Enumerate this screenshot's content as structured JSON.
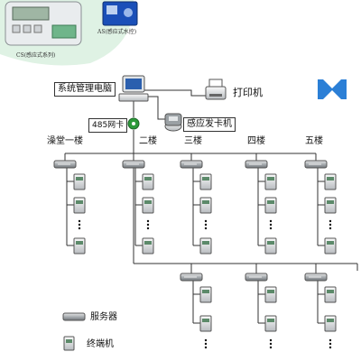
{
  "products": {
    "cs_caption": "CS(感应式系列)",
    "as_caption": "AS(感应式水控)"
  },
  "central": {
    "computer_label": "系统管理电脑",
    "printer_label": "打印机",
    "card_issuer_label": "感应发卡机",
    "network_card_label": "485网卡"
  },
  "floors": [
    "澡堂一楼",
    "二楼",
    "三楼",
    "四楼",
    "五楼"
  ],
  "legend": {
    "server_label": "服务器",
    "terminal_label": "终端机"
  },
  "colors": {
    "line": "#333333",
    "brand": "#2b7fd6",
    "accent_green": "#2c9a3a"
  }
}
